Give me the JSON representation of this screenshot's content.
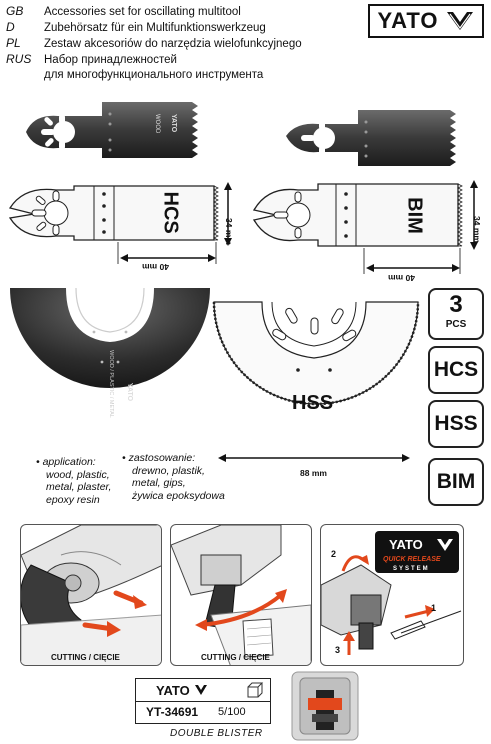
{
  "header": {
    "languages": [
      {
        "code": "GB",
        "text": "Accessories set for oscillating multitool"
      },
      {
        "code": "D",
        "text": "Zubehörsatz für ein Multifunktionswerkzeug"
      },
      {
        "code": "PL",
        "text": "Zestaw akcesoriów do narzędzia wielofunkcyjnego"
      },
      {
        "code": "RUS",
        "text": "Набор принадлежностей"
      },
      {
        "code": "",
        "text": "для многофункционального инструмента"
      }
    ],
    "logo": "YATO"
  },
  "blades": {
    "hcs_label": "HCS",
    "bim_label": "BIM",
    "hss_label": "HSS",
    "hcs_width": "40 mm",
    "hcs_height": "34 mm",
    "bim_width": "40 mm",
    "bim_height": "34 mm",
    "hss_diameter": "88 mm",
    "hcs_photo_engraving": "WOOD",
    "hcs_photo_logo": "YATO",
    "round_photo_engraving": "WOOD / PLASTIC / METAL",
    "round_photo_logo": "YATO"
  },
  "badges": {
    "count": "3",
    "count_unit": "PCS",
    "items": [
      "HCS",
      "HSS",
      "BIM"
    ]
  },
  "application": {
    "gb_lines": [
      "application:",
      "wood, plastic,",
      "metal, plaster,",
      "epoxy resin"
    ],
    "pl_lines": [
      "zastosowanie:",
      "drewno, plastik,",
      "metal, gips,",
      "żywica epoksydowa"
    ]
  },
  "panels": {
    "cutting1": "CUTTING / CIĘCIE",
    "cutting2": "CUTTING / CIĘCIE",
    "qr_logo": "YATO",
    "qr_line1": "QUICK RELEASE",
    "qr_line2": "SYSTEM",
    "step1": "1",
    "step2": "2",
    "step3": "3"
  },
  "product": {
    "logo": "YATO",
    "code": "YT-34691",
    "pack": "5/100",
    "caption": "DOUBLE BLISTER"
  },
  "colors": {
    "arrow_red": "#e2481c",
    "blade_dark": "#2a2a2a",
    "blade_light": "#f5f5f5"
  }
}
